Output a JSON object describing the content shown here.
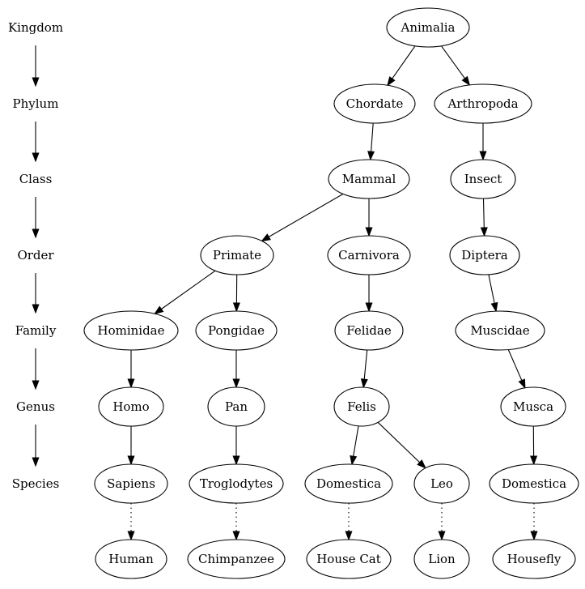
{
  "ranks": [
    {
      "id": "kingdom",
      "label": "Kingdom"
    },
    {
      "id": "phylum",
      "label": "Phylum"
    },
    {
      "id": "class",
      "label": "Class"
    },
    {
      "id": "order",
      "label": "Order"
    },
    {
      "id": "family",
      "label": "Family"
    },
    {
      "id": "genus",
      "label": "Genus"
    },
    {
      "id": "species",
      "label": "Species"
    }
  ],
  "nodes": [
    {
      "id": "animalia",
      "label": "Animalia"
    },
    {
      "id": "chordate",
      "label": "Chordate"
    },
    {
      "id": "arthropoda",
      "label": "Arthropoda"
    },
    {
      "id": "mammal",
      "label": "Mammal"
    },
    {
      "id": "insect",
      "label": "Insect"
    },
    {
      "id": "primate",
      "label": "Primate"
    },
    {
      "id": "carnivora",
      "label": "Carnivora"
    },
    {
      "id": "diptera",
      "label": "Diptera"
    },
    {
      "id": "hominidae",
      "label": "Hominidae"
    },
    {
      "id": "pongidae",
      "label": "Pongidae"
    },
    {
      "id": "felidae",
      "label": "Felidae"
    },
    {
      "id": "muscidae",
      "label": "Muscidae"
    },
    {
      "id": "homo",
      "label": "Homo"
    },
    {
      "id": "pan",
      "label": "Pan"
    },
    {
      "id": "felis",
      "label": "Felis"
    },
    {
      "id": "musca",
      "label": "Musca"
    },
    {
      "id": "sapiens",
      "label": "Sapiens"
    },
    {
      "id": "troglodytes",
      "label": "Troglodytes"
    },
    {
      "id": "domestica-cat",
      "label": "Domestica"
    },
    {
      "id": "leo",
      "label": "Leo"
    },
    {
      "id": "domestica-fly",
      "label": "Domestica"
    },
    {
      "id": "human",
      "label": "Human"
    },
    {
      "id": "chimpanzee",
      "label": "Chimpanzee"
    },
    {
      "id": "house-cat",
      "label": "House Cat"
    },
    {
      "id": "lion",
      "label": "Lion"
    },
    {
      "id": "housefly",
      "label": "Housefly"
    }
  ],
  "edges": [
    {
      "from": "animalia",
      "to": "chordate",
      "style": "solid"
    },
    {
      "from": "animalia",
      "to": "arthropoda",
      "style": "solid"
    },
    {
      "from": "chordate",
      "to": "mammal",
      "style": "solid"
    },
    {
      "from": "arthropoda",
      "to": "insect",
      "style": "solid"
    },
    {
      "from": "mammal",
      "to": "primate",
      "style": "solid"
    },
    {
      "from": "mammal",
      "to": "carnivora",
      "style": "solid"
    },
    {
      "from": "insect",
      "to": "diptera",
      "style": "solid"
    },
    {
      "from": "primate",
      "to": "hominidae",
      "style": "solid"
    },
    {
      "from": "primate",
      "to": "pongidae",
      "style": "solid"
    },
    {
      "from": "carnivora",
      "to": "felidae",
      "style": "solid"
    },
    {
      "from": "diptera",
      "to": "muscidae",
      "style": "solid"
    },
    {
      "from": "hominidae",
      "to": "homo",
      "style": "solid"
    },
    {
      "from": "pongidae",
      "to": "pan",
      "style": "solid"
    },
    {
      "from": "felidae",
      "to": "felis",
      "style": "solid"
    },
    {
      "from": "muscidae",
      "to": "musca",
      "style": "solid"
    },
    {
      "from": "homo",
      "to": "sapiens",
      "style": "solid"
    },
    {
      "from": "pan",
      "to": "troglodytes",
      "style": "solid"
    },
    {
      "from": "felis",
      "to": "domestica-cat",
      "style": "solid"
    },
    {
      "from": "felis",
      "to": "leo",
      "style": "solid"
    },
    {
      "from": "musca",
      "to": "domestica-fly",
      "style": "solid"
    },
    {
      "from": "sapiens",
      "to": "human",
      "style": "dotted"
    },
    {
      "from": "troglodytes",
      "to": "chimpanzee",
      "style": "dotted"
    },
    {
      "from": "domestica-cat",
      "to": "house-cat",
      "style": "dotted"
    },
    {
      "from": "leo",
      "to": "lion",
      "style": "dotted"
    },
    {
      "from": "domestica-fly",
      "to": "housefly",
      "style": "dotted"
    }
  ],
  "rank_edges": [
    {
      "from": "kingdom",
      "to": "phylum"
    },
    {
      "from": "phylum",
      "to": "class"
    },
    {
      "from": "class",
      "to": "order"
    },
    {
      "from": "order",
      "to": "family"
    },
    {
      "from": "family",
      "to": "genus"
    },
    {
      "from": "genus",
      "to": "species"
    }
  ]
}
